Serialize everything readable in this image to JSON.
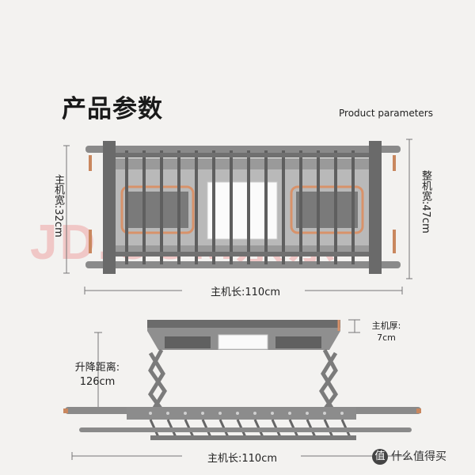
{
  "heading": {
    "title": "产品参数",
    "subtitle": "Product parameters"
  },
  "dimensions": {
    "host_width_label": "主机宽:32cm",
    "overall_width_label": "整机宽:47cm",
    "host_length_top_label": "主机长:110cm",
    "host_thickness_label": "主机厚:",
    "host_thickness_value": "7cm",
    "lift_distance_label": "升降距离:",
    "lift_distance_value": "126cm",
    "host_length_bottom_label": "主机长:110cm"
  },
  "watermark": "JD.COM京东",
  "badge": {
    "icon": "smzdm-logo-icon",
    "text": "什么值得买"
  },
  "colors": {
    "background": "#f3f2f0",
    "frame": "#6d6d6d",
    "accent": "#d8926a"
  }
}
